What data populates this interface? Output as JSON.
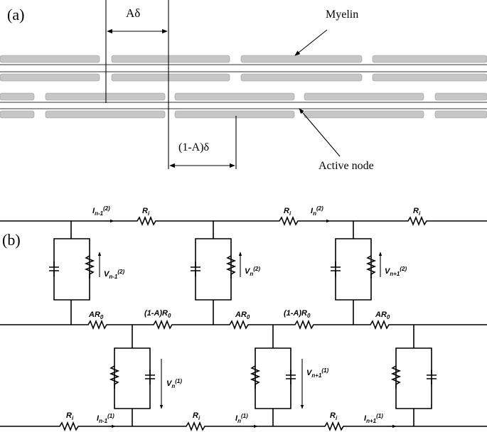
{
  "panel_a": {
    "label": "(a)",
    "myelin_label": "Myelin",
    "active_node_label": "Active node",
    "a_delta_label": "Aδ",
    "one_minus_a_delta_label": "(1-A)δ"
  },
  "panel_b": {
    "label": "(b)",
    "top_row": {
      "I_nm1_2": {
        "main": "I",
        "sub": "n-1",
        "sup": "(2)"
      },
      "Ri_1": {
        "main": "R",
        "sub": "i"
      },
      "Ri_2": {
        "main": "R",
        "sub": "i"
      },
      "I_n_2": {
        "main": "I",
        "sub": "n",
        "sup": "(2)"
      },
      "Ri_3": {
        "main": "R",
        "sub": "i"
      }
    },
    "upper_branches": {
      "V_nm1_2": {
        "main": "V",
        "sub": "n-1",
        "sup": "(2)"
      },
      "V_n_2": {
        "main": "V",
        "sub": "n",
        "sup": "(2)"
      },
      "V_np1_2": {
        "main": "V",
        "sub": "n+1",
        "sup": "(2)"
      }
    },
    "middle_row": {
      "AR0_1": {
        "main": "AR",
        "sub": "0"
      },
      "OneMinusAR0_1": {
        "main": "(1-A)R",
        "sub": "0"
      },
      "AR0_2": {
        "main": "AR",
        "sub": "0"
      },
      "OneMinusAR0_2": {
        "main": "(1-A)R",
        "sub": "0"
      },
      "AR0_3": {
        "main": "AR",
        "sub": "0"
      }
    },
    "lower_branches": {
      "V_n_1": {
        "main": "V",
        "sub": "n",
        "sup": "(1)"
      },
      "V_np1_1": {
        "main": "V",
        "sub": "n+1",
        "sup": "(1)"
      }
    },
    "bottom_row": {
      "Ri_1": {
        "main": "R",
        "sub": "i"
      },
      "I_nm1_1": {
        "main": "I",
        "sub": "n-1",
        "sup": "(1)"
      },
      "Ri_2": {
        "main": "R",
        "sub": "i"
      },
      "I_n_1": {
        "main": "I",
        "sub": "n",
        "sup": "(1)"
      },
      "Ri_3": {
        "main": "R",
        "sub": "i"
      },
      "I_np1_1": {
        "main": "I",
        "sub": "n+1",
        "sup": "(1)"
      }
    }
  }
}
